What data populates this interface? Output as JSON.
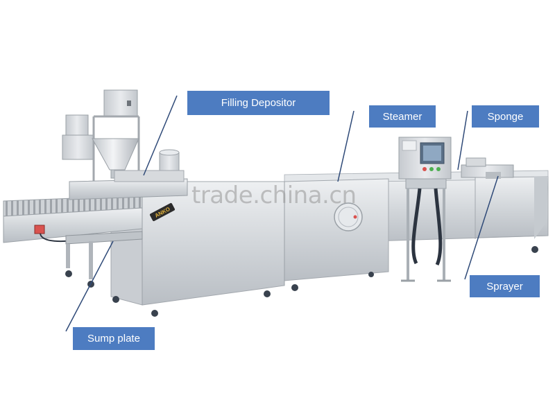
{
  "labels": {
    "filling_depositor": "Filling Depositor",
    "steamer": "Steamer",
    "sponge": "Sponge",
    "sprayer": "Sprayer",
    "sump_plate": "Sump plate"
  },
  "machine_brand_mark": "ANKO",
  "watermark": "trade.china.cn",
  "colors": {
    "label_background": "#4d7cc1",
    "label_text": "#ffffff",
    "steel": "#d3d6da",
    "leader_line": "#2f4a78"
  }
}
